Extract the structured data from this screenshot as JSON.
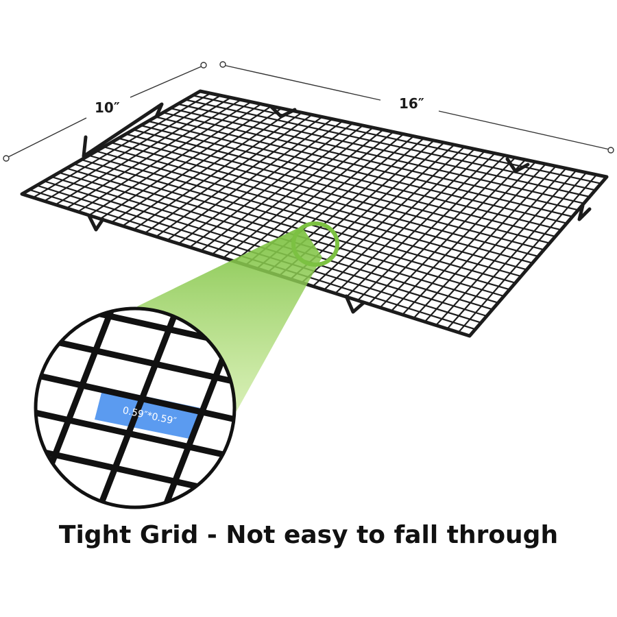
{
  "dimensions": {
    "width_label": "10″",
    "length_label": "16″"
  },
  "zoom": {
    "grid_size_label": "0.59″*0.59″"
  },
  "caption": "Tight Grid - Not easy to fall through",
  "colors": {
    "rack": "#1c1c1c",
    "magnifier_green": "#7cc142",
    "grid_highlight": "#5b9bf0",
    "dimension_line": "#333333",
    "background": "#ffffff"
  }
}
